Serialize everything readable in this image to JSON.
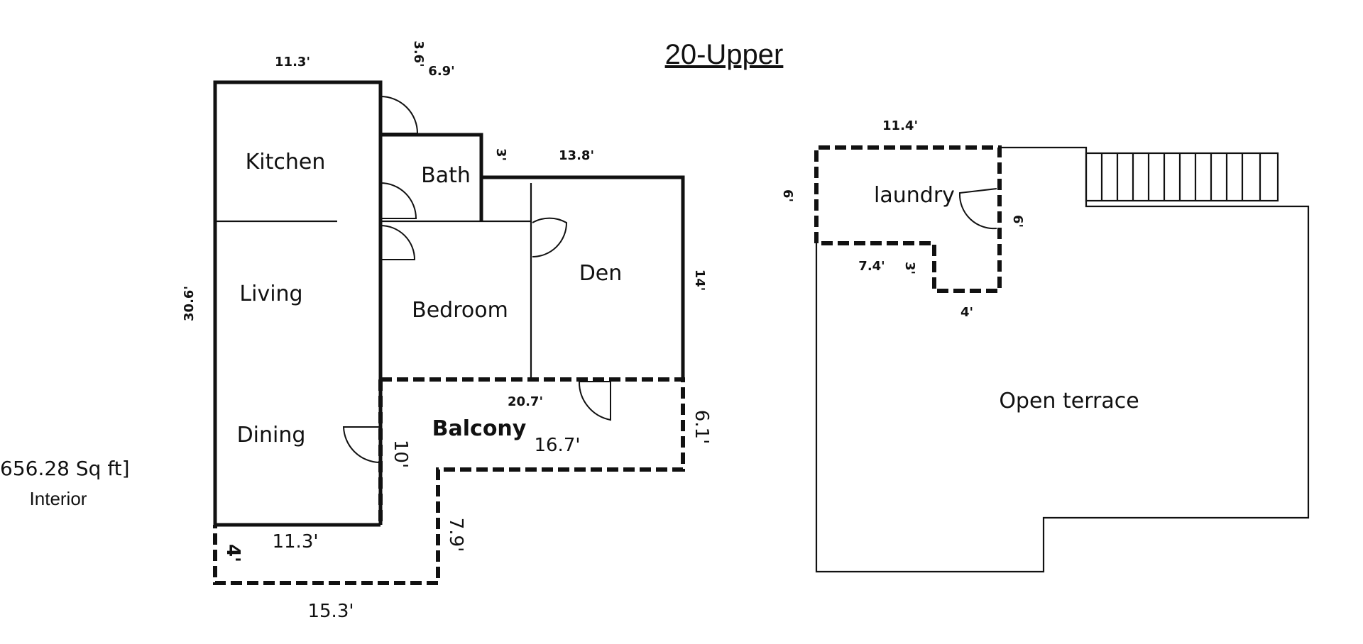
{
  "title": "20-Upper",
  "area_text": "656.28 Sq ft]",
  "area_sub": "Interior",
  "rooms": {
    "kitchen": "Kitchen",
    "bath": "Bath",
    "living": "Living",
    "bedroom": "Bedroom",
    "den": "Den",
    "dining": "Dining",
    "balcony": "Balcony",
    "laundry": "laundry",
    "terrace": "Open terrace"
  },
  "dims": {
    "kitchen_width": "11.3'",
    "bath_width_a": "3.6'",
    "bath_width_b": "6.9'",
    "bath_offset": "3'",
    "den_width": "13.8'",
    "total_depth": "30.6'",
    "den_depth": "14'",
    "balcony_length": "20.7'",
    "balcony_inner": "16.7'",
    "balcony_depth": "10'",
    "balcony_side": "6.1'",
    "step_depth": "7.9'",
    "lower_width": "11.3'",
    "lower_depth": "4'",
    "lower_total": "15.3'",
    "laundry_width": "11.4'",
    "laundry_depth": "6'",
    "laundry_inner_w": "7.4'",
    "laundry_step": "3'",
    "laundry_right": "6'",
    "laundry_bottom": "4'"
  }
}
